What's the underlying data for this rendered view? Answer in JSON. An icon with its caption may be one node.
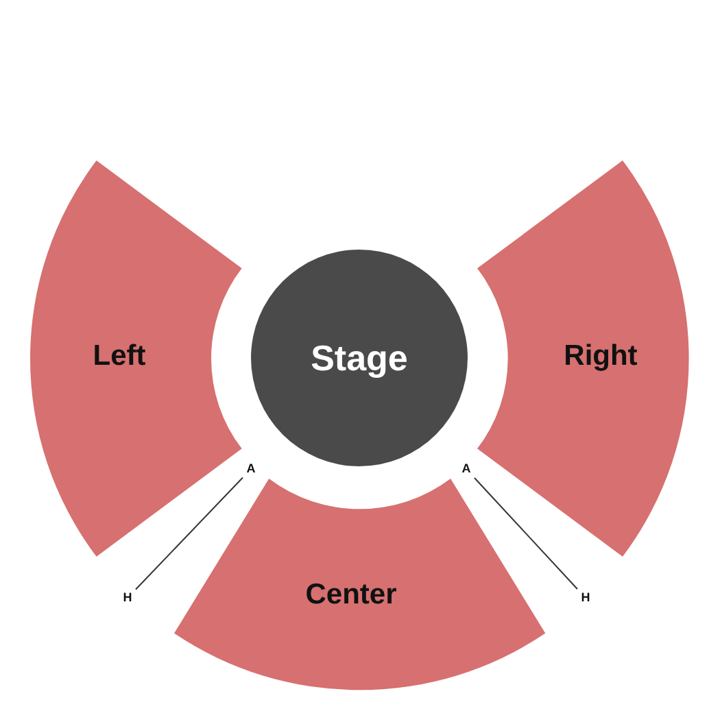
{
  "diagram": {
    "nodes": [
      {
        "text": [
          "Left"
        ]
      },
      {
        "text": [
          "Stage"
        ]
      },
      {
        "text": [
          "Right"
        ]
      },
      {
        "text": [
          "A"
        ]
      },
      {
        "text": [
          "A"
        ]
      },
      {
        "text": [
          "Center"
        ]
      },
      {
        "text": [
          "H"
        ]
      },
      {
        "text": [
          "H"
        ]
      }
    ],
    "edges": [
      {
        "from": 3,
        "to": 6,
        "arrow": "none"
      },
      {
        "from": 4,
        "to": 7,
        "arrow": "none"
      }
    ]
  }
}
